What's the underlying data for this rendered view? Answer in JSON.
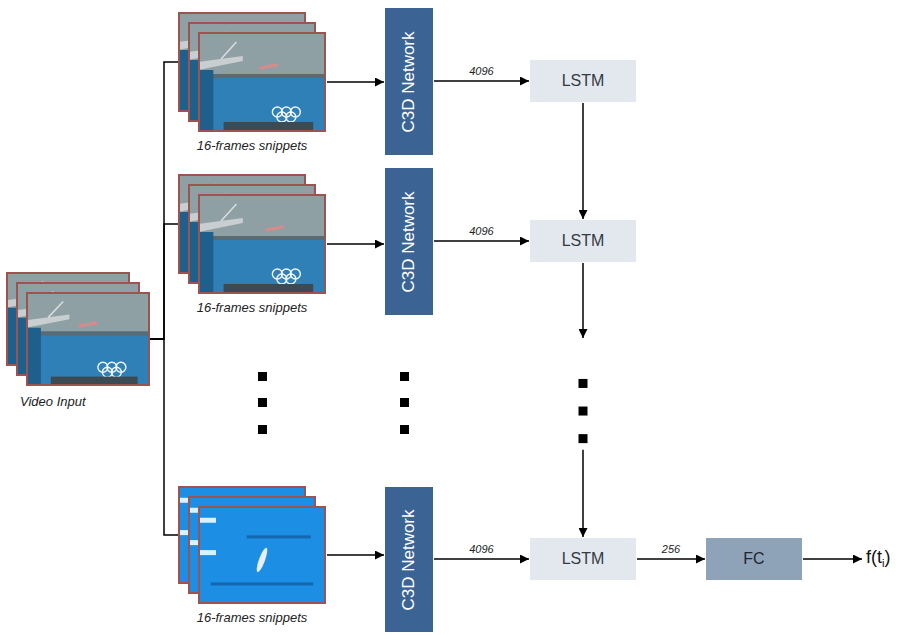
{
  "diagram": {
    "nodes": [
      {
        "text": [
          "Video Input"
        ]
      },
      {
        "text": [
          "16-frames snippets"
        ]
      },
      {
        "text": [
          "C3D Network"
        ]
      },
      {
        "text": [
          "LSTM"
        ]
      },
      {
        "text": [
          "16-frames snippets"
        ]
      },
      {
        "text": [
          "C3D Network"
        ]
      },
      {
        "text": [
          "LSTM"
        ]
      },
      {
        "text": [
          "16-frames snippets"
        ]
      },
      {
        "text": [
          "C3D Network"
        ]
      },
      {
        "text": [
          "LSTM"
        ]
      },
      {
        "text": [
          "FC"
        ]
      }
    ],
    "edges": [
      {
        "from": 0,
        "to": 1,
        "arrow": "none"
      },
      {
        "from": 0,
        "to": 4,
        "arrow": "none"
      },
      {
        "from": 0,
        "to": 7,
        "arrow": "none"
      },
      {
        "from": 1,
        "to": 2,
        "arrow": "to"
      },
      {
        "from": 2,
        "to": 3,
        "label": "4096",
        "arrow": "to"
      },
      {
        "from": 3,
        "to": 6,
        "arrow": "to"
      },
      {
        "from": 4,
        "to": 5,
        "arrow": "to"
      },
      {
        "from": 5,
        "to": 6,
        "label": "4096",
        "arrow": "to"
      },
      {
        "from": 6,
        "to": 9,
        "arrow": "to"
      },
      {
        "from": 7,
        "to": 8,
        "arrow": "to"
      },
      {
        "from": 8,
        "to": 9,
        "label": "4096",
        "arrow": "to"
      },
      {
        "from": 9,
        "to": 10,
        "label": "256",
        "arrow": "to"
      }
    ],
    "labels": [
      "f(t",
      "i",
      ")"
    ]
  }
}
